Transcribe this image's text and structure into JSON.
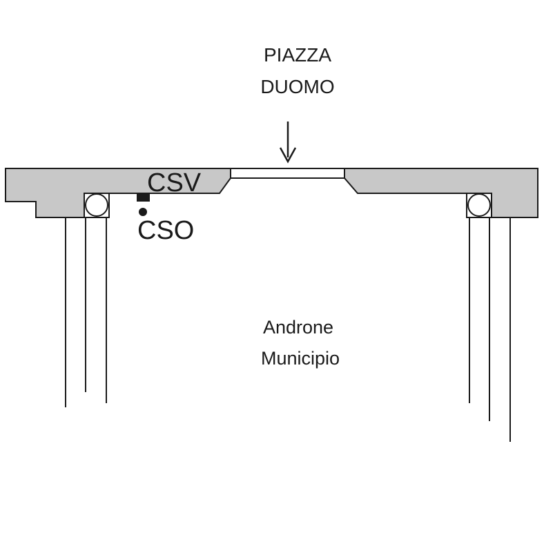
{
  "labels": {
    "top_line1": "PIAZZA",
    "top_line2": "DUOMO",
    "sensor_top": "CSV",
    "sensor_bottom": "CSO",
    "center_line1": "Androne",
    "center_line2": "Municipio"
  },
  "colors": {
    "wall_fill": "#c8c8c8",
    "stroke": "#1a1a1a",
    "background": "#ffffff"
  },
  "icons": {
    "arrow": "arrow-down-icon",
    "sensor_square": "square-marker-icon",
    "sensor_dot": "dot-marker-icon"
  }
}
